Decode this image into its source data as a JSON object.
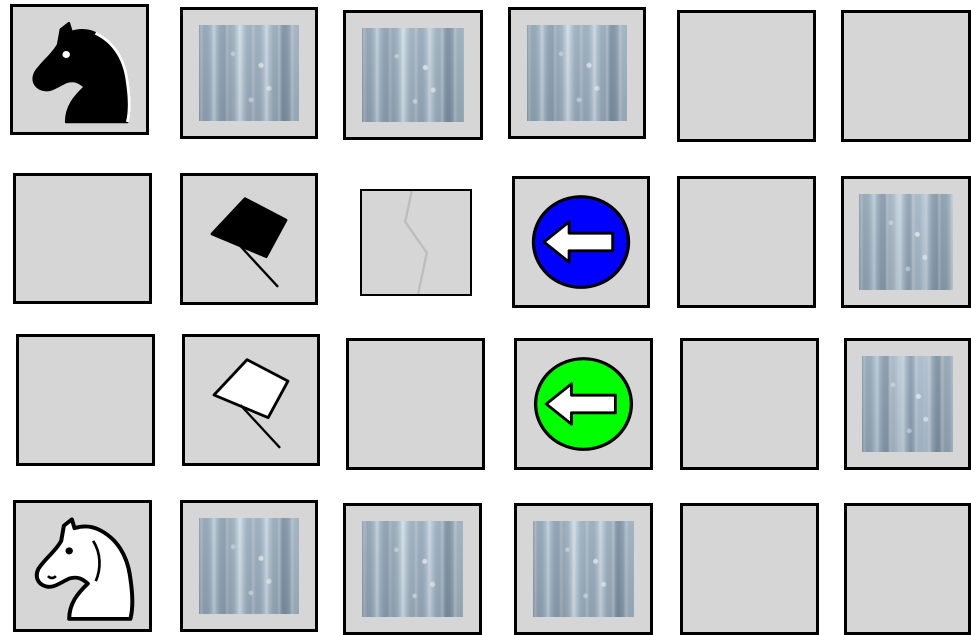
{
  "board": {
    "rows": 4,
    "cols": 6,
    "tiles": [
      [
        "black-knight",
        "ice-texture",
        "ice-texture",
        "ice-texture",
        "empty",
        "empty"
      ],
      [
        "empty",
        "black-flag",
        "crack",
        "blue-left-arrow",
        "empty",
        "ice-texture"
      ],
      [
        "empty",
        "white-flag",
        "empty",
        "green-left-arrow",
        "empty",
        "ice-texture"
      ],
      [
        "white-knight",
        "ice-texture",
        "ice-texture",
        "ice-texture",
        "empty",
        "empty"
      ]
    ]
  },
  "colors": {
    "tile_background": "#d6d6d6",
    "tile_border": "#000000",
    "blue_arrow": "#0000ff",
    "green_arrow": "#00ff00",
    "crack_line": "#bdbdbd"
  }
}
